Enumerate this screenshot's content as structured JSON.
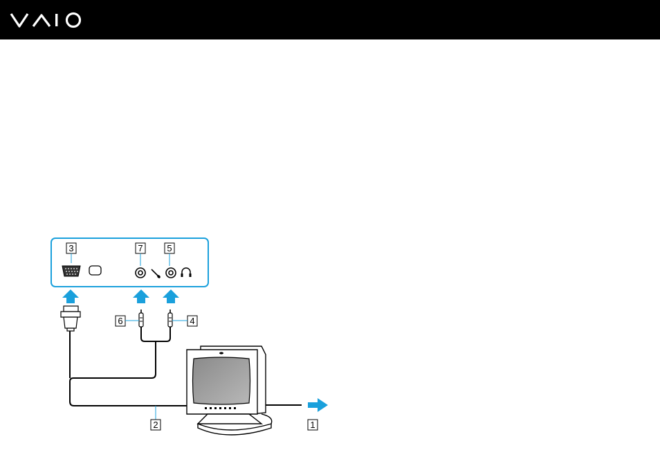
{
  "brand": {
    "logo_text": "VAIO"
  },
  "diagram": {
    "callouts": [
      "1",
      "2",
      "3",
      "4",
      "5",
      "6",
      "7"
    ],
    "icons": {
      "vga_port": "vga-port-icon",
      "monitor": "monitor-symbol-icon",
      "mic_jack": "microphone-jack-icon",
      "headphone_jack": "headphone-jack-icon",
      "mic": "microphone-icon",
      "headphones": "headphones-icon",
      "display": "display-monitor-icon",
      "arrow": "arrow-icon"
    },
    "accent_color": "#1aa0dc"
  }
}
